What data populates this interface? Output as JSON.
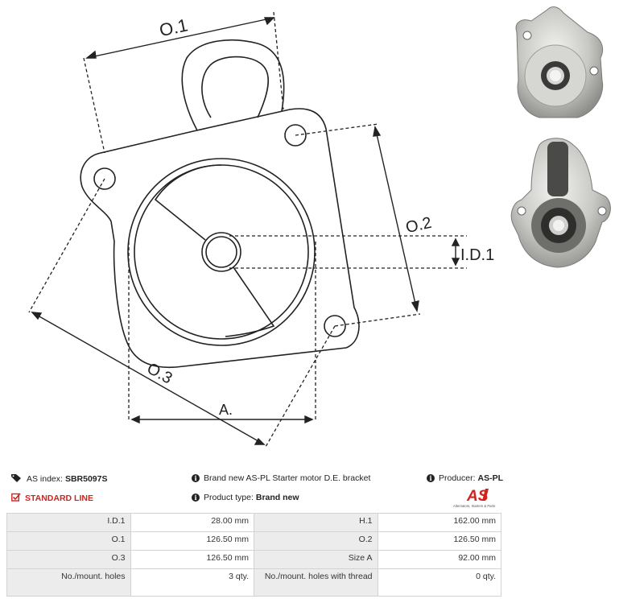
{
  "drawing": {
    "labels": {
      "o1": "O.1",
      "o2": "O.2",
      "o3": "O.3",
      "id1": "I.D.1",
      "a": "A."
    }
  },
  "info": {
    "as_index_label": "AS index:",
    "as_index_value": "SBR5097S",
    "description": "Brand new AS-PL Starter motor D.E. bracket",
    "producer_label": "Producer:",
    "producer_value": "AS-PL",
    "line_label": "STANDARD LINE",
    "product_type_label": "Product type:",
    "product_type_value": "Brand new",
    "logo_text": "AS",
    "logo_tagline": "Alternators, Starters & Parts",
    "colors": {
      "accent_red": "#d0231f",
      "table_key_bg": "#ececec",
      "border": "#d3d3d3"
    }
  },
  "specs": [
    {
      "k1": "I.D.1",
      "v1": "28.00 mm",
      "k2": "H.1",
      "v2": "162.00 mm"
    },
    {
      "k1": "O.1",
      "v1": "126.50 mm",
      "k2": "O.2",
      "v2": "126.50 mm"
    },
    {
      "k1": "O.3",
      "v1": "126.50 mm",
      "k2": "Size A",
      "v2": "92.00 mm"
    },
    {
      "k1": "No./mount. holes",
      "v1": "3 qty.",
      "k2": "No./mount. holes with thread",
      "v2": "0 qty."
    }
  ]
}
